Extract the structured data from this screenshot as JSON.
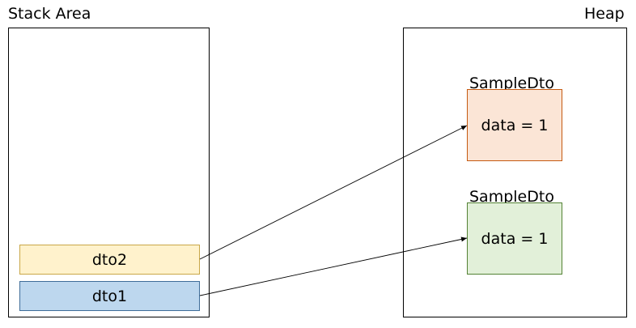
{
  "stack": {
    "title": "Stack Area",
    "vars": [
      {
        "name": "dto2",
        "fill": "#FFF2CC",
        "stroke": "#C9A748"
      },
      {
        "name": "dto1",
        "fill": "#BDD7EE",
        "stroke": "#3F6D99"
      }
    ]
  },
  "heap": {
    "title": "Heap",
    "objects": [
      {
        "type": "SampleDto",
        "content": "data = 1",
        "fill": "#FBE5D6",
        "stroke": "#C55A11"
      },
      {
        "type": "SampleDto",
        "content": "data = 1",
        "fill": "#E2F0D9",
        "stroke": "#548235"
      }
    ]
  },
  "references": [
    {
      "from": "dto2",
      "to": "heap.objects.0"
    },
    {
      "from": "dto1",
      "to": "heap.objects.1"
    }
  ]
}
